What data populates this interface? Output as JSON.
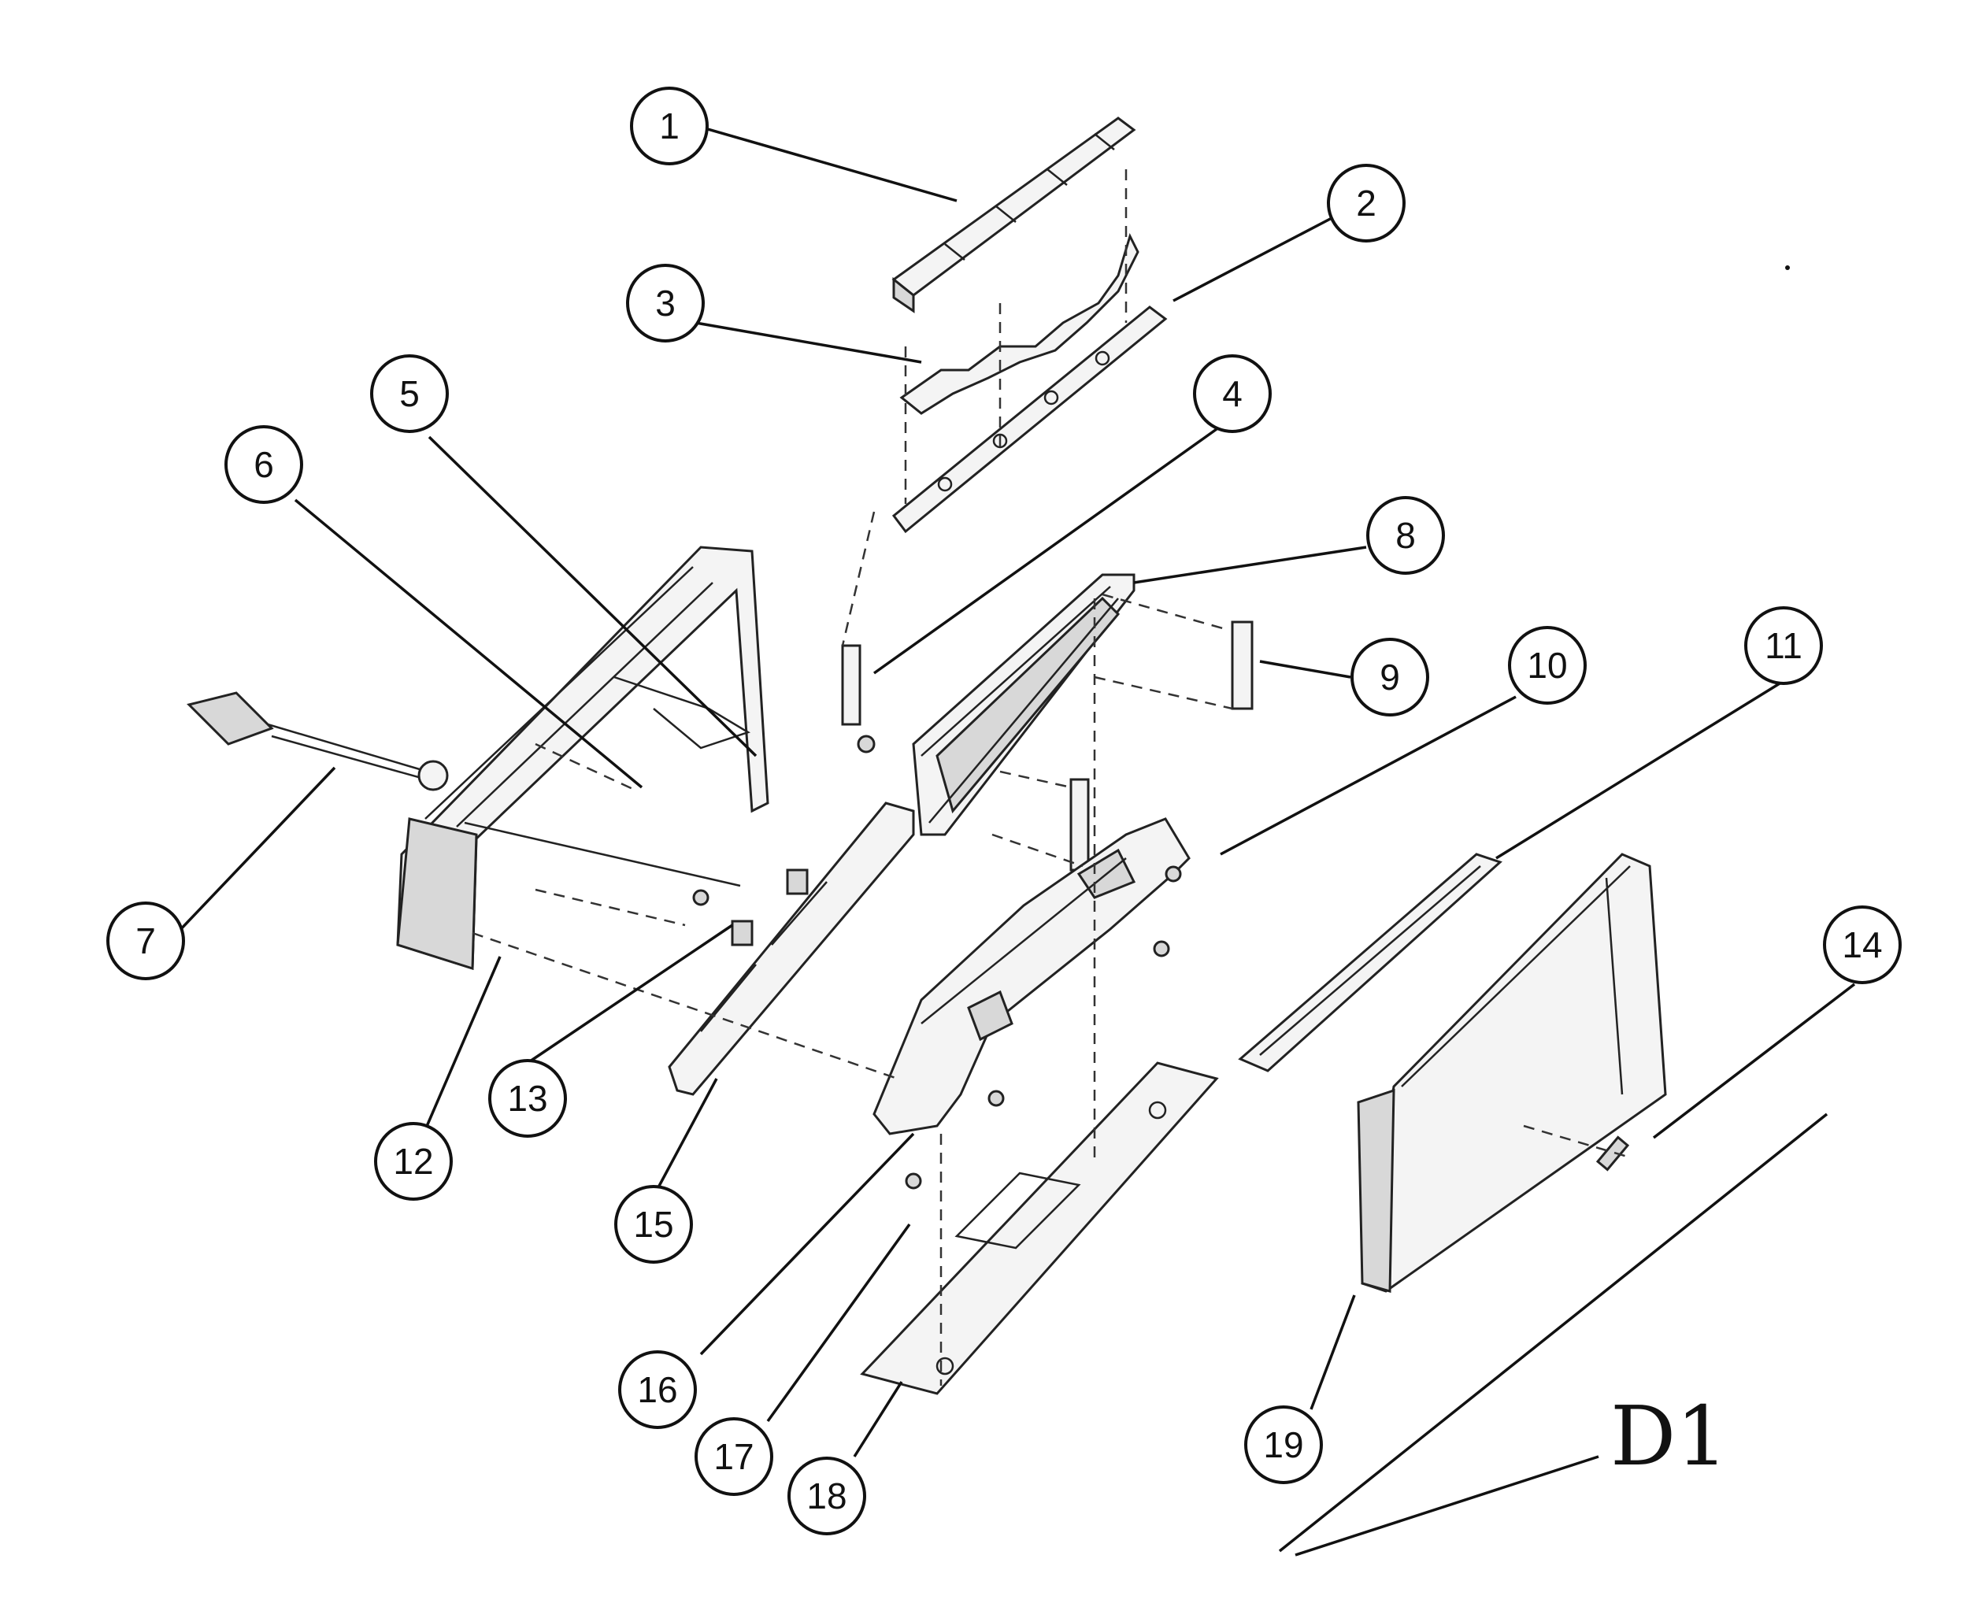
{
  "diagram": {
    "callouts": [
      {
        "num": "1"
      },
      {
        "num": "2"
      },
      {
        "num": "3"
      },
      {
        "num": "4"
      },
      {
        "num": "5"
      },
      {
        "num": "6"
      },
      {
        "num": "7"
      },
      {
        "num": "8"
      },
      {
        "num": "9"
      },
      {
        "num": "10"
      },
      {
        "num": "11"
      },
      {
        "num": "12"
      },
      {
        "num": "13"
      },
      {
        "num": "14"
      },
      {
        "num": "15"
      },
      {
        "num": "16"
      },
      {
        "num": "17"
      },
      {
        "num": "18"
      },
      {
        "num": "19"
      }
    ],
    "drawing_label": "D1"
  },
  "colors": {
    "ink": "#111111",
    "paper": "#ffffff"
  }
}
